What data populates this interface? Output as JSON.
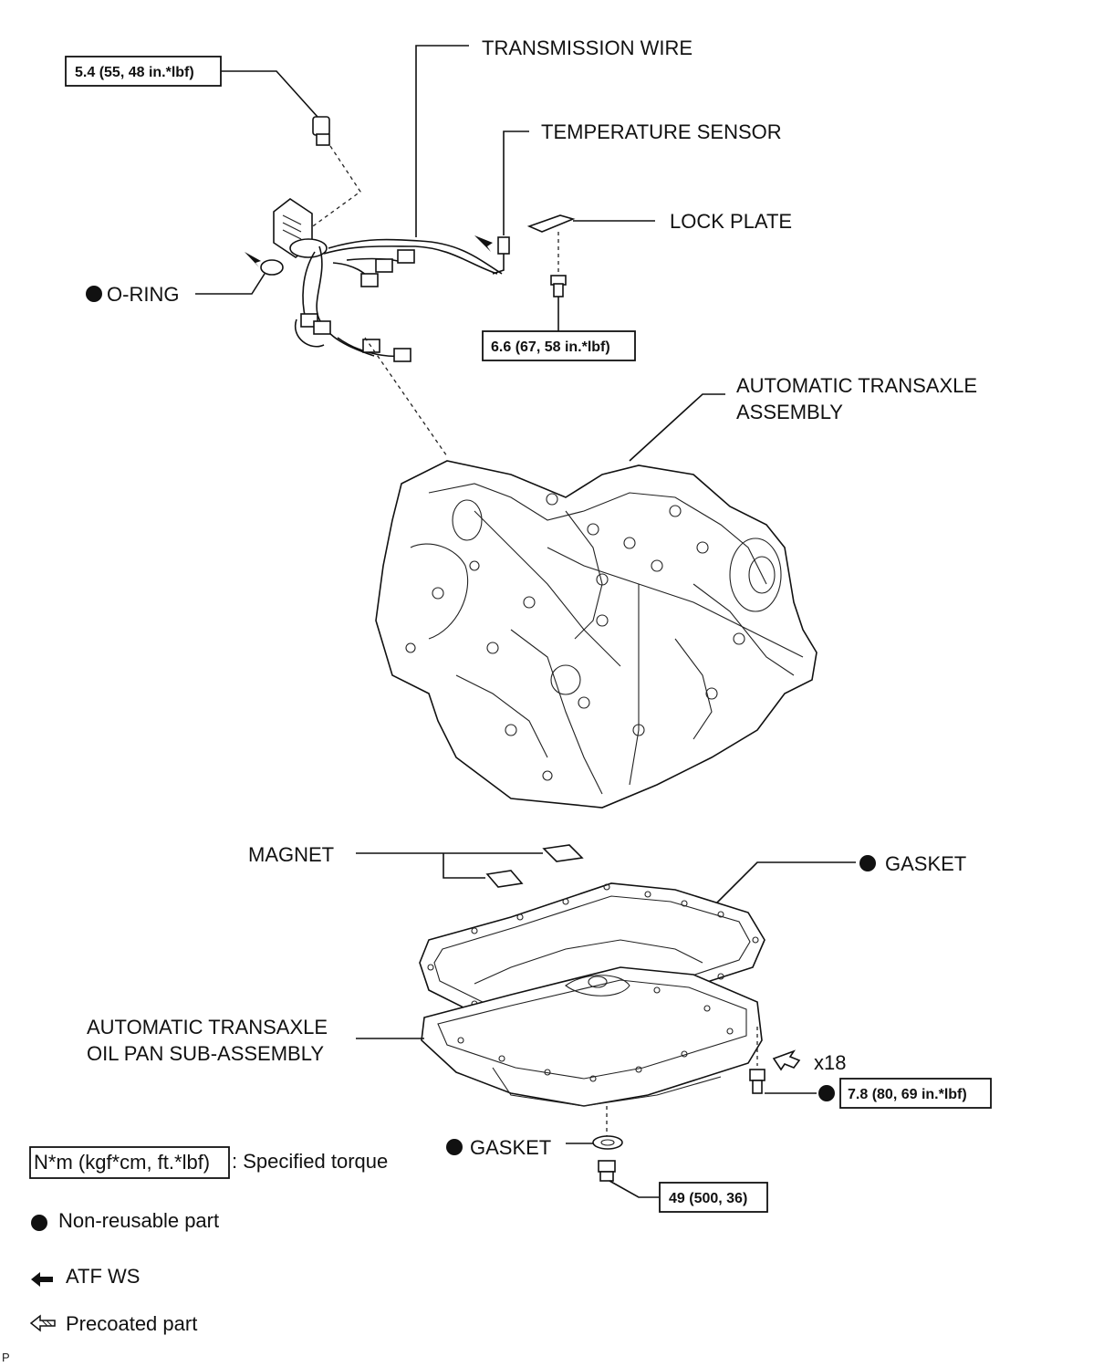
{
  "labels": {
    "transmission_wire": "TRANSMISSION WIRE",
    "temperature_sensor": "TEMPERATURE SENSOR",
    "lock_plate": "LOCK PLATE",
    "o_ring": "O-RING",
    "transaxle_line1": "AUTOMATIC TRANSAXLE",
    "transaxle_line2": "ASSEMBLY",
    "magnet": "MAGNET",
    "gasket_top": "GASKET",
    "oil_pan_line1": "AUTOMATIC TRANSAXLE",
    "oil_pan_line2": "OIL PAN SUB-ASSEMBLY",
    "gasket_drain": "GASKET",
    "quantity": "x18"
  },
  "torques": {
    "wire_bolt": "5.4 (55, 48 in.*lbf)",
    "lock_plate_bolt": "6.6 (67, 58 in.*lbf)",
    "oil_pan_bolt": "7.8 (80, 69 in.*lbf)",
    "drain_plug": "49 (500, 36)"
  },
  "legend": {
    "torque_box": "N*m (kgf*cm, ft.*lbf)",
    "torque_desc": ": Specified torque",
    "non_reusable": "Non-reusable part",
    "atf": "ATF WS",
    "precoated": "Precoated part"
  },
  "footer": "P"
}
